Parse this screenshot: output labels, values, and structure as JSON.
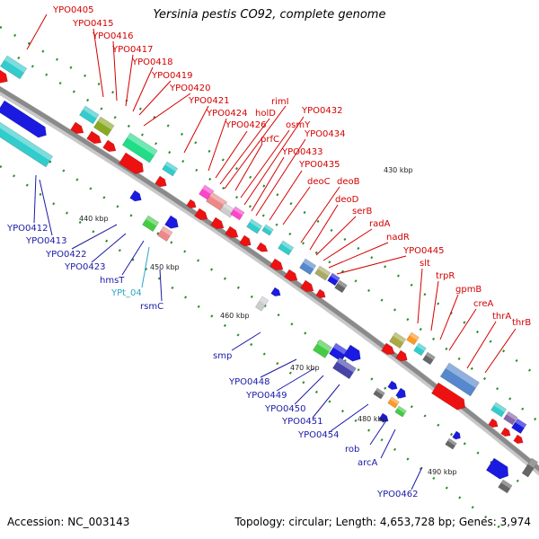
{
  "title": "Yersinia pestis CO92, complete genome",
  "footer": {
    "accession": "Accession: NC_003143",
    "summary": "Topology: circular; Length: 4,653,728 bp; Genes: 3,974"
  },
  "colors": {
    "forward_label": "#d40000",
    "reverse_label": "#1a1aa8",
    "rna_label": "#2aa7c9",
    "backbone": "#8a8a8a"
  },
  "kbp_ticks": [
    "430 kbp",
    "440 kbp",
    "450 kbp",
    "460 kbp",
    "470 kbp",
    "480 kbp",
    "490 kbp"
  ],
  "forward_genes": [
    "YPO0405",
    "YPO0415",
    "YPO0416",
    "YPO0417",
    "YPO0418",
    "YPO0419",
    "YPO0420",
    "YPO0421",
    "YPO0424",
    "YPO0426",
    "holD",
    "rimI",
    "prfC",
    "osmY",
    "YPO0432",
    "YPO0433",
    "YPO0434",
    "YPO0435",
    "deoC",
    "deoB",
    "deoD",
    "serB",
    "radA",
    "nadR",
    "YPO0445",
    "slt",
    "trpR",
    "gpmB",
    "creA",
    "thrA",
    "thrB"
  ],
  "reverse_genes": [
    "YPO0412",
    "YPO0413",
    "YPO0422",
    "YPO0423",
    "hmsT",
    "rsmC",
    "smp",
    "YPO0448",
    "YPO0449",
    "YPO0450",
    "YPO0451",
    "YPO0454",
    "rob",
    "arcA",
    "YPO0462"
  ],
  "rna_genes": [
    "YPt_04"
  ]
}
